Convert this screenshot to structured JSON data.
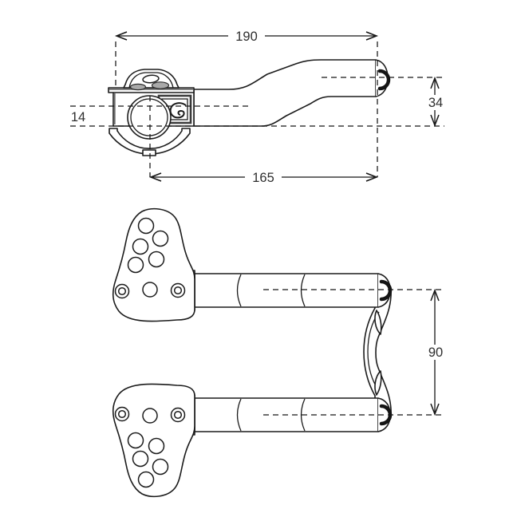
{
  "diagram": {
    "kind": "technical-drawing",
    "subject": "clip-on aerobar extension, side view and top view",
    "colors": {
      "line": "#1b1b1b",
      "background": "#ffffff",
      "text": "#2e2e2e"
    },
    "views": {
      "side": {
        "dims": {
          "overall_length": "190",
          "tip_height": "34",
          "clamp_offset": "14",
          "clamp_to_tip": "165"
        }
      },
      "top": {
        "dims": {
          "pad_spacing": "90"
        }
      }
    }
  }
}
